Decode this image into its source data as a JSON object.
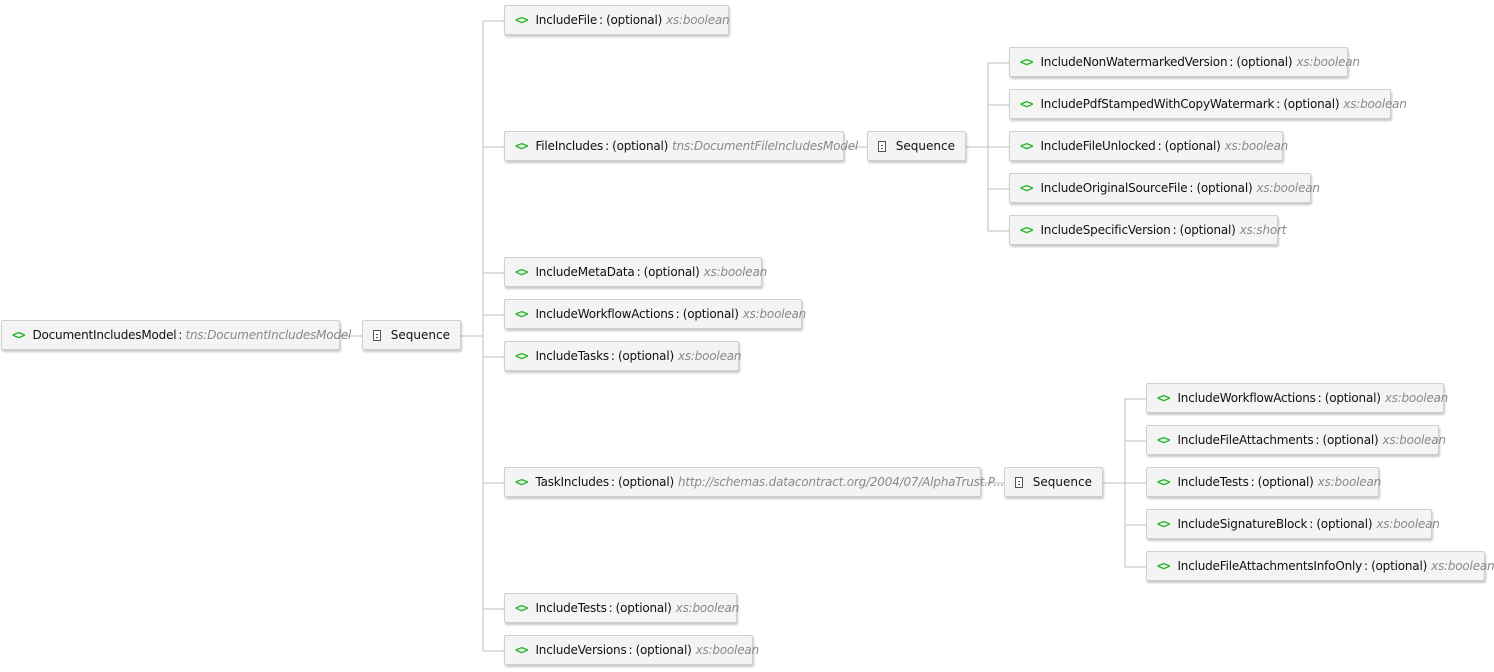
{
  "root": {
    "name": "DocumentIncludesModel",
    "type": "tns:DocumentIncludesModel"
  },
  "sequence_label": "Sequence",
  "optional_label": "(optional)",
  "separator": ":",
  "element_icon": "<>",
  "main_sequence": [
    {
      "name": "IncludeFile",
      "type": "xs:boolean"
    },
    {
      "name": "FileIncludes",
      "type": "tns:DocumentFileIncludesModel"
    },
    {
      "name": "IncludeMetaData",
      "type": "xs:boolean"
    },
    {
      "name": "IncludeWorkflowActions",
      "type": "xs:boolean"
    },
    {
      "name": "IncludeTasks",
      "type": "xs:boolean"
    },
    {
      "name": "TaskIncludes",
      "type": "http://schemas.datacontract.org/2004/07/AlphaTrust.P..."
    },
    {
      "name": "IncludeTests",
      "type": "xs:boolean"
    },
    {
      "name": "IncludeVersions",
      "type": "xs:boolean"
    }
  ],
  "file_includes_sequence": [
    {
      "name": "IncludeNonWatermarkedVersion",
      "type": "xs:boolean"
    },
    {
      "name": "IncludePdfStampedWithCopyWatermark",
      "type": "xs:boolean"
    },
    {
      "name": "IncludeFileUnlocked",
      "type": "xs:boolean"
    },
    {
      "name": "IncludeOriginalSourceFile",
      "type": "xs:boolean"
    },
    {
      "name": "IncludeSpecificVersion",
      "type": "xs:short"
    }
  ],
  "task_includes_sequence": [
    {
      "name": "IncludeWorkflowActions",
      "type": "xs:boolean"
    },
    {
      "name": "IncludeFileAttachments",
      "type": "xs:boolean"
    },
    {
      "name": "IncludeTests",
      "type": "xs:boolean"
    },
    {
      "name": "IncludeSignatureBlock",
      "type": "xs:boolean"
    },
    {
      "name": "IncludeFileAttachmentsInfoOnly",
      "type": "xs:boolean"
    }
  ],
  "colors": {
    "element_icon": "#22b425",
    "type_text": "#8a8a8a",
    "connector": "#bdbdbd",
    "node_bg": "#f4f4f4"
  }
}
